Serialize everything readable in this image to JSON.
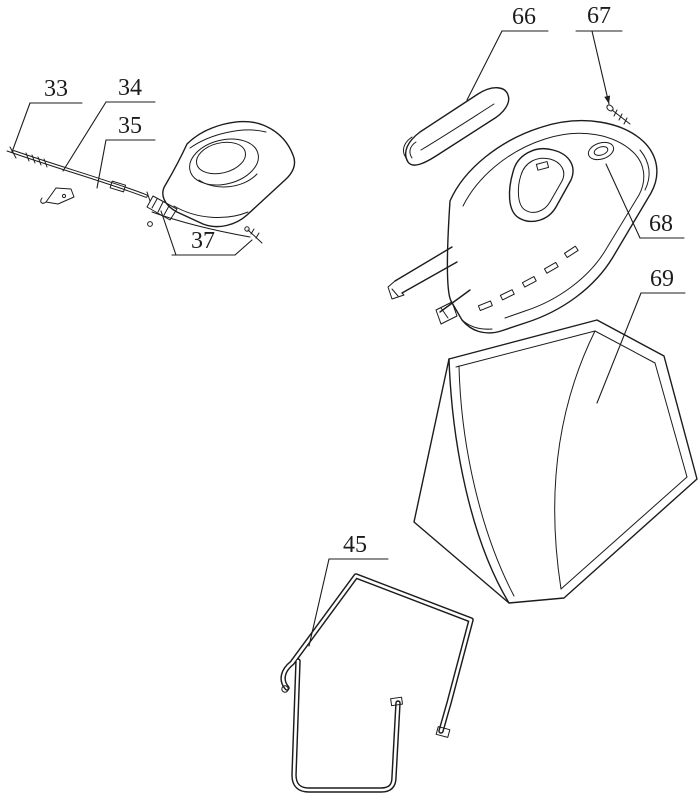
{
  "figure": {
    "type": "exploded-parts-line-drawing",
    "background_color": "#ffffff",
    "line_color": "#1c1c1c",
    "callouts": [
      {
        "label": "33"
      },
      {
        "label": "34"
      },
      {
        "label": "35"
      },
      {
        "label": "37"
      },
      {
        "label": "45"
      },
      {
        "label": "66"
      },
      {
        "label": "67"
      },
      {
        "label": "68"
      },
      {
        "label": "69"
      }
    ]
  }
}
